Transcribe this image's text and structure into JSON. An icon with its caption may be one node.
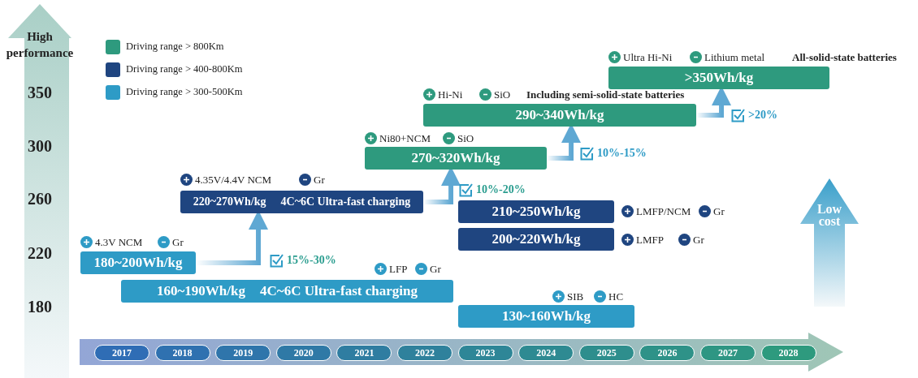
{
  "diagram": {
    "nodes": [
      {
        "text": [
          "High performance",
          "350",
          "300",
          "260",
          "220",
          "180"
        ]
      },
      {
        "text": [
          ">350Wh/kg"
        ],
        "beside": [
          "Ultra Hi-Ni",
          "Lithium metal",
          "All-solid-state batteries"
        ]
      },
      {
        "text": [
          "290~340Wh/kg"
        ],
        "beside": [
          "Hi-Ni",
          "SiO",
          "Including semi-solid-state batteries"
        ]
      },
      {
        "text": [
          "270~320Wh/kg"
        ],
        "beside": [
          "Ni80+NCM",
          "SiO"
        ]
      },
      {
        "text": [
          "220~270Wh/kg",
          "4C~6C Ultra-fast charging"
        ],
        "beside": [
          "4.35V/4.4V NCM",
          "Gr"
        ]
      },
      {
        "text": [
          "210~250Wh/kg"
        ],
        "beside": [
          "LMFP/NCM",
          "Gr"
        ]
      },
      {
        "text": [
          "Low cost"
        ]
      },
      {
        "text": [
          "200~220Wh/kg"
        ],
        "beside": [
          "LMFP",
          "Gr"
        ]
      },
      {
        "text": [
          "180~200Wh/kg"
        ],
        "beside": [
          "4.3V NCM",
          "Gr"
        ]
      },
      {
        "text": [
          "160~190Wh/kg",
          "4C~6C Ultra-fast charging"
        ],
        "beside": [
          "LFP",
          "Gr"
        ]
      },
      {
        "text": [
          "130~160Wh/kg"
        ],
        "beside": [
          "SIB",
          "HC"
        ]
      },
      {
        "text": [],
        "shape": "arrow"
      },
      {
        "text": [
          "2017"
        ],
        "in": 11
      },
      {
        "text": [
          "2018"
        ],
        "in": 11
      },
      {
        "text": [
          "2019"
        ],
        "in": 11
      },
      {
        "text": [
          "2020"
        ],
        "in": 11
      },
      {
        "text": [
          "2021"
        ],
        "in": 11
      },
      {
        "text": [
          "2022"
        ],
        "in": 11
      },
      {
        "text": [
          "2023"
        ],
        "in": 11
      },
      {
        "text": [
          "2024"
        ],
        "in": 11
      },
      {
        "text": [
          "2025"
        ],
        "in": 11
      },
      {
        "text": [
          "2026"
        ],
        "in": 11
      },
      {
        "text": [
          "2027"
        ],
        "in": 11
      },
      {
        "text": [
          "2028"
        ],
        "in": 11
      }
    ],
    "edges": [
      {
        "from": 8,
        "to": 4,
        "arrow": "to",
        "label": "15%-30%"
      },
      {
        "from": 4,
        "to": 3,
        "arrow": "to",
        "label": "10%-20%"
      },
      {
        "from": 3,
        "to": 2,
        "arrow": "to",
        "label": "10%-15%"
      },
      {
        "from": 2,
        "to": 1,
        "arrow": "to",
        "label": ">20%"
      }
    ],
    "legend": [
      {
        "text": "Driving range > 800Km",
        "color": "#2e9a7e"
      },
      {
        "text": "Driving range > 400-800Km",
        "color": "#1f4580"
      },
      {
        "text": "Driving range > 300-500Km",
        "color": "#2e9bc6"
      }
    ]
  }
}
